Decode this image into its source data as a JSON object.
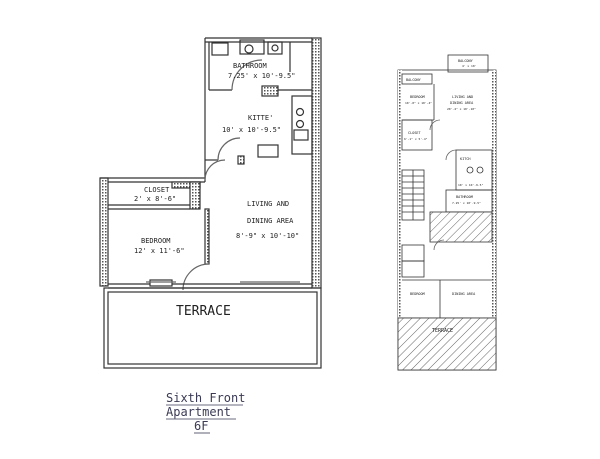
{
  "main_plan": {
    "rooms": {
      "bathroom": {
        "name": "BATHROOM",
        "dims": "7.25' x 10'-9.5\""
      },
      "kitchen": {
        "name": "KITTE'",
        "dims": "10' x 10'-9.5\""
      },
      "closet": {
        "name": "CLOSET",
        "dims": "2' x 8'-6\""
      },
      "bedroom": {
        "name": "BEDROOM",
        "dims": "12' x 11'-6\""
      },
      "living": {
        "name_line1": "LIVING AND",
        "name_line2": "DINING AREA",
        "dims": "8'-9\" x 10'-10\""
      },
      "terrace": {
        "name": "TERRACE"
      }
    }
  },
  "caption": {
    "line1": "Sixth Front",
    "line2": "Apartment",
    "line3": "6F"
  },
  "key_plan": {
    "labels": {
      "balcony_top": "BALCONY",
      "balcony_top_dims": "4' x 10'",
      "balcony_left": "BALCONY",
      "bedroom": "BEDROOM",
      "bedroom_dims": "10'-0\" x 10'-4\"",
      "living": "LIVING AND",
      "living2": "DINING AREA",
      "living_dims": "20'-4\" x 10'-10\"",
      "closet": "CLOSET",
      "closet_dims": "6'-1\" x 5'-4\"",
      "kitchen": "KITCH",
      "kitchen_dims": "10' x 10'-9.5\"",
      "bathroom": "BATHROOM",
      "bathroom_dims": "7.25' x 10'-9.5\"",
      "terrace": "TERRACE",
      "dining": "DINING AREA",
      "bedroom2": "BEDROOM"
    }
  }
}
